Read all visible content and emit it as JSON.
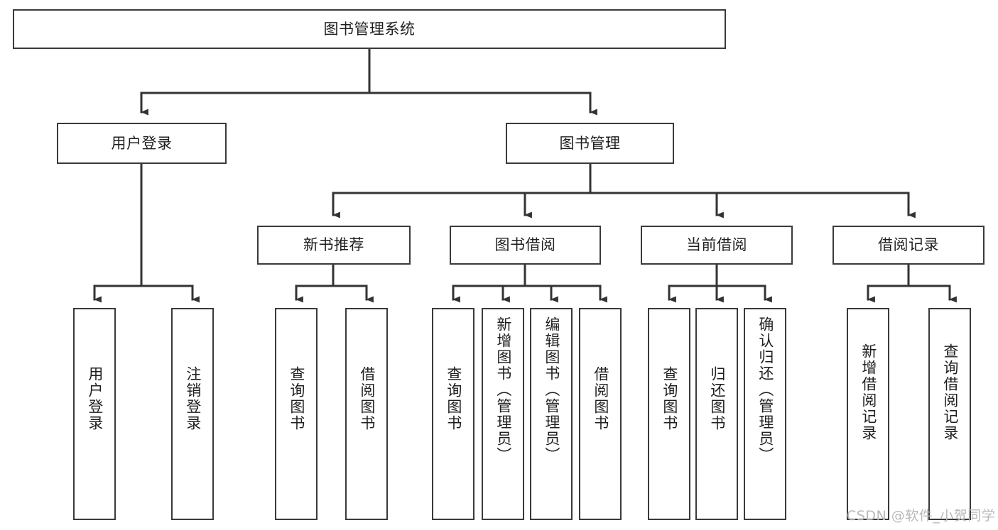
{
  "diagram": {
    "title": "图书管理系统",
    "type": "tree",
    "root": {
      "label": "图书管理系统"
    },
    "level1": [
      {
        "label": "用户登录"
      },
      {
        "label": "图书管理"
      }
    ],
    "level2": [
      {
        "label": "新书推荐"
      },
      {
        "label": "图书借阅"
      },
      {
        "label": "当前借阅"
      },
      {
        "label": "借阅记录"
      }
    ],
    "leaves": {
      "user_login": [
        {
          "label": "用户登录"
        },
        {
          "label": "注销登录"
        }
      ],
      "new_book_recommend": [
        {
          "label": "查询图书"
        },
        {
          "label": "借阅图书"
        }
      ],
      "book_borrow": [
        {
          "label": "查询图书"
        },
        {
          "label": "新增图书（管理员）"
        },
        {
          "label": "编辑图书（管理员）"
        },
        {
          "label": "借阅图书"
        }
      ],
      "current_borrow": [
        {
          "label": "查询图书"
        },
        {
          "label": "归还图书"
        },
        {
          "label": "确认归还（管理员）"
        }
      ],
      "borrow_record": [
        {
          "label": "新增借阅记录"
        },
        {
          "label": "查询借阅记录"
        }
      ]
    }
  },
  "watermark": {
    "text": "CSDN @软件_小贺同学"
  },
  "colors": {
    "box_border": "#3a3a3a",
    "edge": "#333333",
    "text": "#1f1f1f",
    "background": "#ffffff",
    "watermark": "#b9b9b9"
  }
}
